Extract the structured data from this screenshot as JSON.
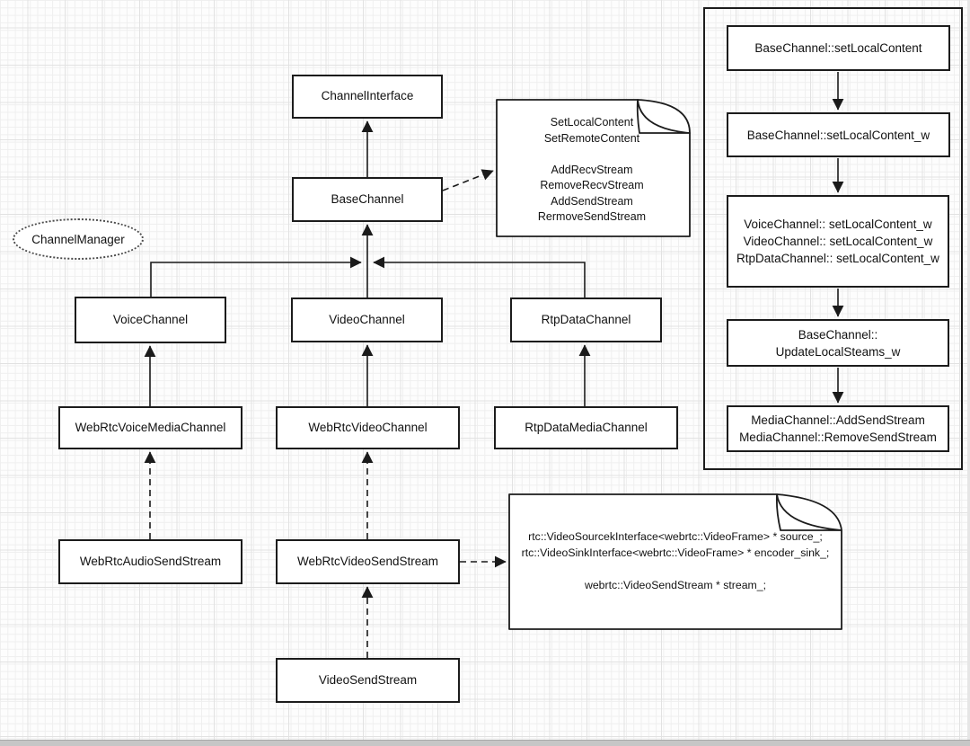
{
  "title": "WebRTC channel class diagram",
  "colors": {
    "background": "#fdfdfd",
    "grid_minor": "#efefef",
    "grid_major": "#e2e2e2",
    "line": "#1c1c1c",
    "node_fill": "#ffffff"
  },
  "nodes": {
    "channel_interface": {
      "label": "ChannelInterface"
    },
    "base_channel": {
      "label": "BaseChannel"
    },
    "channel_manager": {
      "label": "ChannelManager"
    },
    "voice_channel": {
      "label": "VoiceChannel"
    },
    "video_channel": {
      "label": "VideoChannel"
    },
    "rtp_data_channel": {
      "label": "RtpDataChannel"
    },
    "webrtc_voice_media_channel": {
      "label": "WebRtcVoiceMediaChannel"
    },
    "webrtc_video_channel": {
      "label": "WebRtcVideoChannel"
    },
    "rtp_data_media_channel": {
      "label": "RtpDataMediaChannel"
    },
    "webrtc_audio_send_stream": {
      "label": "WebRtcAudioSendStream"
    },
    "webrtc_video_send_stream": {
      "label": "WebRtcVideoSendStream"
    },
    "video_send_stream": {
      "label": "VideoSendStream"
    }
  },
  "notes": {
    "base_channel_note": {
      "lines": [
        "SetLocalContent",
        "SetRemoteContent",
        "",
        "AddRecvStream",
        "RemoveRecvStream",
        "AddSendStream",
        "RermoveSendStream"
      ]
    },
    "video_send_stream_note": {
      "lines": [
        "rtc::VideoSourcekInterface<webrtc::VideoFrame> * source_;",
        "rtc::VideoSinkInterface<webrtc::VideoFrame> * encoder_sink_;",
        "",
        "webrtc::VideoSendStream * stream_;"
      ]
    }
  },
  "flow_panel": {
    "steps": [
      {
        "lines": [
          "BaseChannel::setLocalContent"
        ]
      },
      {
        "lines": [
          "BaseChannel::setLocalContent_w"
        ]
      },
      {
        "lines": [
          "VoiceChannel:: setLocalContent_w",
          "VideoChannel:: setLocalContent_w",
          "RtpDataChannel:: setLocalContent_w"
        ]
      },
      {
        "lines": [
          "BaseChannel::",
          "UpdateLocalSteams_w"
        ]
      },
      {
        "lines": [
          "MediaChannel::AddSendStream",
          "MediaChannel::RemoveSendStream"
        ]
      }
    ]
  },
  "edges": [
    {
      "from": "BaseChannel",
      "to": "ChannelInterface",
      "style": "solid-arrow"
    },
    {
      "from": "VideoChannel",
      "to": "BaseChannel",
      "style": "solid-arrow"
    },
    {
      "from": "VoiceChannel",
      "to": "BaseChannel",
      "style": "solid-arrow-merged"
    },
    {
      "from": "RtpDataChannel",
      "to": "BaseChannel",
      "style": "solid-arrow-merged"
    },
    {
      "from": "WebRtcVoiceMediaChannel",
      "to": "VoiceChannel",
      "style": "solid-arrow"
    },
    {
      "from": "WebRtcVideoChannel",
      "to": "VideoChannel",
      "style": "solid-arrow"
    },
    {
      "from": "RtpDataMediaChannel",
      "to": "RtpDataChannel",
      "style": "solid-arrow"
    },
    {
      "from": "WebRtcAudioSendStream",
      "to": "WebRtcVoiceMediaChannel",
      "style": "dashed-arrow"
    },
    {
      "from": "WebRtcVideoSendStream",
      "to": "WebRtcVideoChannel",
      "style": "dashed-arrow"
    },
    {
      "from": "VideoSendStream",
      "to": "WebRtcVideoSendStream",
      "style": "dashed-arrow"
    },
    {
      "from": "BaseChannel",
      "to": "base_channel_note",
      "style": "dashed-arrow"
    },
    {
      "from": "WebRtcVideoSendStream",
      "to": "video_send_stream_note",
      "style": "dashed-arrow"
    },
    {
      "from": "flow_step_1",
      "to": "flow_step_2",
      "style": "solid-arrow"
    },
    {
      "from": "flow_step_2",
      "to": "flow_step_3",
      "style": "solid-arrow"
    },
    {
      "from": "flow_step_3",
      "to": "flow_step_4",
      "style": "solid-arrow"
    },
    {
      "from": "flow_step_4",
      "to": "flow_step_5",
      "style": "solid-arrow"
    }
  ]
}
